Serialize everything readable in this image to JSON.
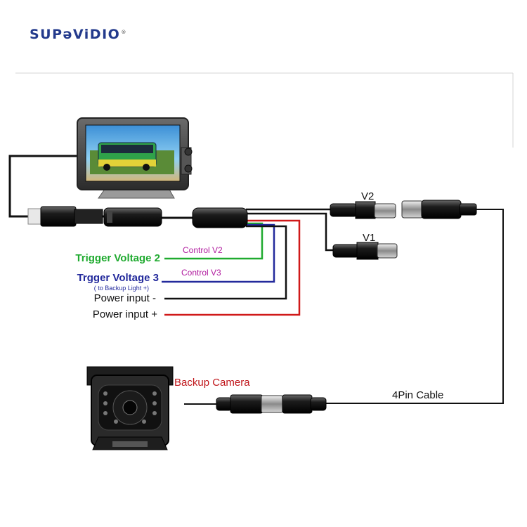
{
  "brand": {
    "name": "SUPəViDIO",
    "mark": "®"
  },
  "labels": {
    "trigger2": "Trigger Voltage 2",
    "control_v2": "Control V2",
    "trigger3": "Trgger Voltage 3",
    "trigger3_note": "( to Backup Light +)",
    "control_v3": "Control V3",
    "power_neg": "Power input -",
    "power_pos": "Power input +",
    "v1": "V1",
    "v2": "V2",
    "backup_camera": "Backup Camera",
    "cable": "4Pin Cable"
  },
  "colors": {
    "green_wire": "#1faa2f",
    "blue_wire": "#232a9c",
    "red_wire": "#d01919",
    "black_wire": "#111111",
    "control_label": "#b01a9e",
    "camera_label": "#c0161b",
    "logo": "#233a8c"
  }
}
